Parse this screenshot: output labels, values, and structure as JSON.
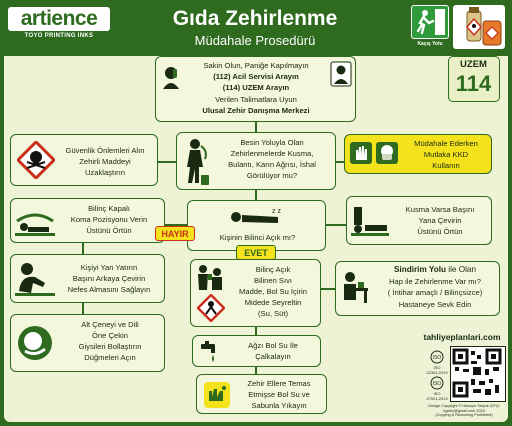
{
  "header": {
    "brand": "artience",
    "brand_sub": "TOYO PRINTING INKS",
    "title": "Gıda Zehirlenme",
    "subtitle": "Müdahale Prosedürü",
    "exit_label": "Kaçış Yolu"
  },
  "uzem": {
    "label": "UZEM",
    "number": "114"
  },
  "steps": {
    "emergency": {
      "l1": "Sakin Olun, Paniğe Kapılmayın",
      "l2": "(112) Acil Servisi Arayın",
      "l3": "(114) UZEM Arayın",
      "l4": "Verilen Talimatlara Uyun",
      "l5": "Ulusal Zehir Danışma Merkezi"
    },
    "safety": {
      "l1": "Güvenlik Önlemleri Alın",
      "l2": "Zehirli Maddeyi",
      "l3": "Uzaklaştırın"
    },
    "symptoms": {
      "l1": "Besin Yoluyla Olan",
      "l2": "Zehirlenmelerde Kusma,",
      "l3": "Bulantı, Karın Ağrısı, İshal",
      "l4": "Görülüyor mu?"
    },
    "ppe": {
      "l1": "Müdahale Ederken",
      "l2": "Mutlaka KKD",
      "l3": "Kullanın"
    },
    "unconscious": {
      "l1": "Bilinç Kapalı",
      "l2": "Koma Pozisyonu Verin",
      "l3": "Üstünü Örtün"
    },
    "conscious_q": {
      "l1": "Kişinin Bilinci Açık mı?"
    },
    "vomit": {
      "l1": "Kusma Varsa Başını",
      "l2": "Yana Çevirin",
      "l3": "Üstünü Örtün"
    },
    "lay_back": {
      "l1": "Kişiyi Yan Yatırın",
      "l2": "Başını Arkaya Çevirin",
      "l3": "Nefes Almasını Sağlayın"
    },
    "drink": {
      "l1": "Bilinç Açık",
      "l2": "Bilinen Sıvı",
      "l3": "Madde, Bol Su İçirin",
      "l4": "Midede Seyreltin",
      "l5": "(Su, Süt)"
    },
    "suicide": {
      "l1a": "Sindirim Yolu",
      "l1b": " ile Olan",
      "l2": "Hap ile Zehirlenme Var mı?",
      "l3": "( İntihar amaçlı / Bilinçsizce)",
      "l4": "Hastaneye Sevk Edin"
    },
    "jaw": {
      "l1": "Alt Çeneyi ve Dili",
      "l2": "Öne Çekin",
      "l3": "Giysileri Bollaştırın",
      "l4": "Düğmeleri Açın"
    },
    "mouth": {
      "l1": "Ağzı Bol Su İle",
      "l2": "Çalkalayın"
    },
    "hands": {
      "l1": "Zehir Ellere Temas",
      "l2": "Etmişse Bol Su ve",
      "l3": "Sabunla Yıkayın"
    }
  },
  "labels": {
    "no": "HAYIR",
    "yes": "EVET"
  },
  "footer": {
    "site": "tahliyeplanlari.com",
    "cert1": "ISO 22301:2019",
    "cert2": "ISO 27001:2013",
    "copy1": "Design Copyright © Hüseyin Selçuk ÇİFÇİ",
    "copy2": "hgcifci@gmail.com 2023",
    "copy3": "(Copying & Reworking Prohibited)"
  },
  "colors": {
    "primary": "#2e6b1f",
    "panel": "#f3f7dc",
    "accent_yellow": "#f4e21c",
    "alert_red": "#c92f1a"
  }
}
